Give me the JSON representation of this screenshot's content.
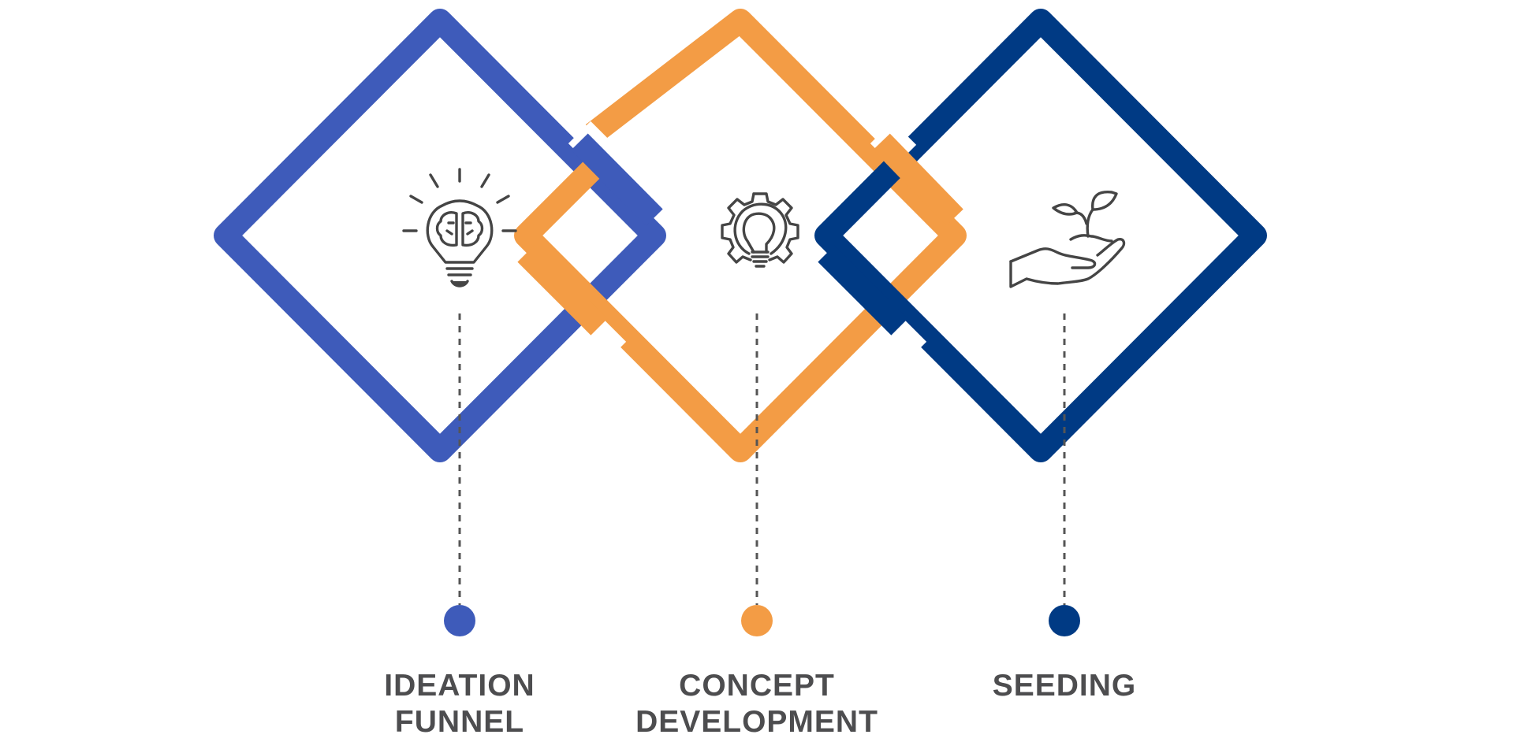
{
  "colors": {
    "stage_1": "#3e5bba",
    "stage_2": "#f39c45",
    "stage_3": "#003a84",
    "icon": "#454545",
    "connector": "#555555",
    "label": "#4d4d4f"
  },
  "stages": [
    {
      "icon": "lightbulb-brain-icon",
      "label_lines": [
        "IDEATION",
        "FUNNEL"
      ]
    },
    {
      "icon": "gear-lightbulb-icon",
      "label_lines": [
        "CONCEPT",
        "DEVELOPMENT"
      ]
    },
    {
      "icon": "hand-seedling-icon",
      "label_lines": [
        "SEEDING"
      ]
    }
  ]
}
